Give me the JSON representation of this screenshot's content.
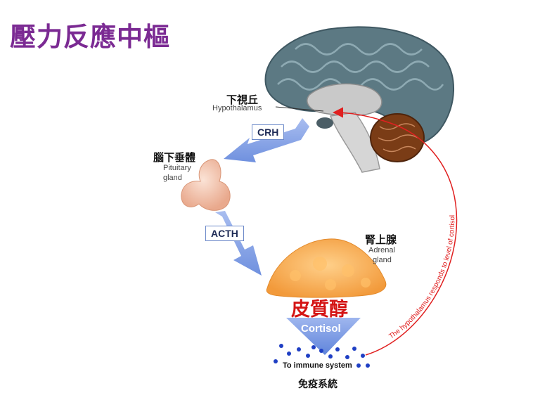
{
  "title": "壓力反應中樞",
  "hypothalamus": {
    "label_cn": "下視丘",
    "label_en": "Hypothalamus"
  },
  "crh": {
    "label": "CRH"
  },
  "pituitary": {
    "label_cn": "腦下垂體",
    "label_en_line1": "Pituitary",
    "label_en_line2": "gland"
  },
  "acth": {
    "label": "ACTH"
  },
  "adrenal": {
    "label_cn": "腎上腺",
    "label_en_line1": "Adrenal",
    "label_en_line2": "gland"
  },
  "cortisol": {
    "label_cn": "皮質醇",
    "label_en": "Cortisol"
  },
  "immune": {
    "label_en": "To immune system",
    "label_cn": "免疫系統"
  },
  "feedback": {
    "label": "The hypothalamus responds to level of cortisol"
  },
  "colors": {
    "title": "#7b2a93",
    "arrow": "#6f8fe0",
    "feedback": "#e02020",
    "cortisol_cn": "#d41414",
    "adrenal": "#f5a54a",
    "brain": "#5c7983",
    "cerebellum": "#7a3c16",
    "dots": "#1f3fc4"
  }
}
